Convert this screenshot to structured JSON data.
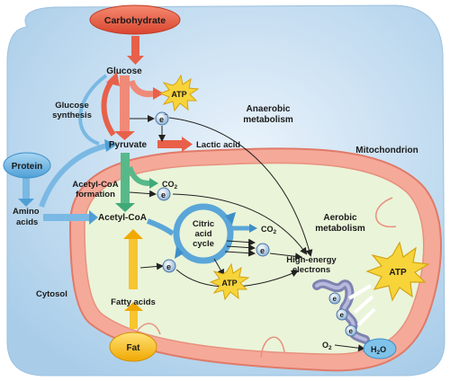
{
  "sources": {
    "carbohydrate": "Carbohydrate",
    "protein": "Protein",
    "fat": "Fat"
  },
  "intermediates": {
    "glucose": "Glucose",
    "pyruvate": "Pyruvate",
    "lactic_acid": "Lactic acid",
    "acetyl_coa": "Acetyl-CoA",
    "amino_acids_line1": "Amino",
    "amino_acids_line2": "acids",
    "fatty_acids": "Fatty acids"
  },
  "processes": {
    "glucose_synthesis_line1": "Glucose",
    "glucose_synthesis_line2": "synthesis",
    "acetyl_coa_formation_line1": "Acetyl-CoA",
    "acetyl_coa_formation_line2": "formation",
    "citric_acid_cycle_line1": "Citric",
    "citric_acid_cycle_line2": "acid",
    "citric_acid_cycle_line3": "cycle"
  },
  "regions": {
    "anaerobic_line1": "Anaerobic",
    "anaerobic_line2": "metabolism",
    "aerobic_line1": "Aerobic",
    "aerobic_line2": "metabolism",
    "mitochondrion": "Mitochondrion",
    "cytosol": "Cytosol"
  },
  "molecules": {
    "atp": "ATP",
    "electron": "e",
    "electron_charge": "−",
    "co2_main": "CO",
    "co2_sub": "2",
    "o2_main": "O",
    "o2_sub": "2",
    "h2o_h": "H",
    "h2o_sub": "2",
    "h2o_o": "O",
    "high_energy_line1": "High-energy",
    "high_energy_line2": "electrons"
  },
  "colors": {
    "cytosol_bg": "#cfe3f3",
    "mito_outer": "#f6b8a8",
    "mito_inner": "#e8f3d8",
    "carb_red": "#e8604a",
    "protein_blue": "#5aa6d8",
    "fat_yellow": "#f4b400",
    "green_arrow": "#3faa78",
    "atp_yellow": "#f7d43a"
  }
}
